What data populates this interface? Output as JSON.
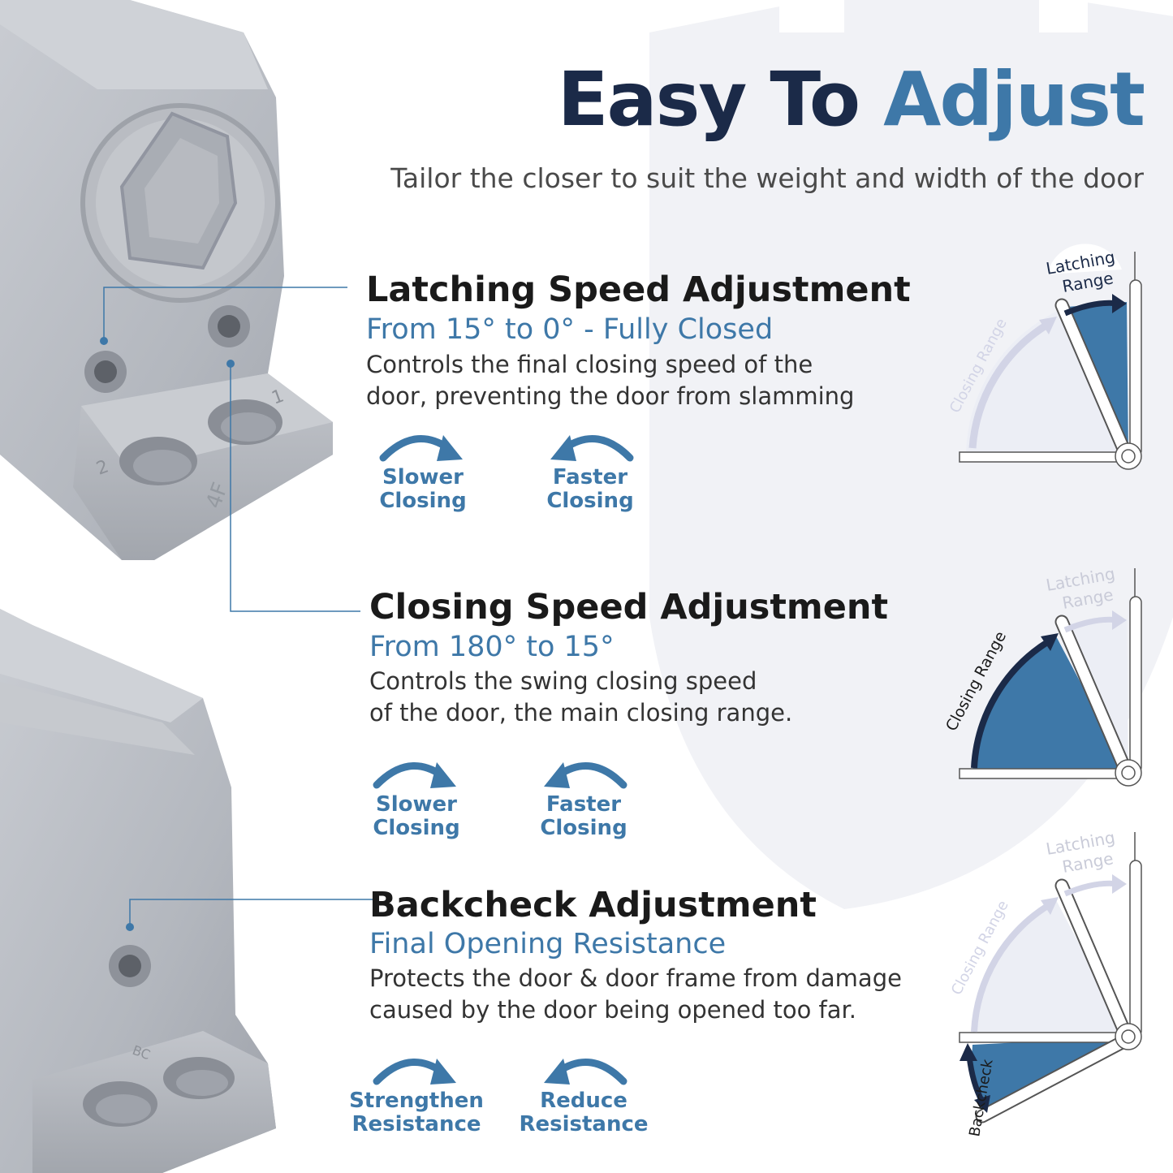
{
  "header": {
    "title_part1": "Easy To",
    "title_part2": "Adjust",
    "subtitle": "Tailor the closer to suit the weight and width of the door"
  },
  "sections": [
    {
      "title": "Latching Speed Adjustment",
      "subtitle": "From 15° to 0° - Fully Closed",
      "desc_line1": "Controls the final closing speed of the",
      "desc_line2": "door, preventing the door from slamming",
      "action_left_line1": "Slower",
      "action_left_line2": "Closing",
      "action_right_line1": "Faster",
      "action_right_line2": "Closing"
    },
    {
      "title": "Closing Speed Adjustment",
      "subtitle": "From 180° to 15°",
      "desc_line1": "Controls the swing closing speed",
      "desc_line2": "of the door, the main closing range.",
      "action_left_line1": "Slower",
      "action_left_line2": "Closing",
      "action_right_line1": "Faster",
      "action_right_line2": "Closing"
    },
    {
      "title": "Backcheck Adjustment",
      "subtitle": "Final Opening Resistance",
      "desc_line1": "Protects the door & door frame from damage",
      "desc_line2": "caused by the door being opened too far.",
      "action_left_line1": "Strengthen",
      "action_left_line2": "Resistance",
      "action_right_line1": "Reduce",
      "action_right_line2": "Resistance"
    }
  ],
  "diagram_labels": {
    "latching": "Latching",
    "range": "Range",
    "closing_range": "Closing Range",
    "backcheck": "Backcheck"
  },
  "closer_markings": {
    "top_1": "1",
    "top_2": "2",
    "top_4f": "4F",
    "bottom_bc": "BC"
  },
  "colors": {
    "navy": "#1b2a48",
    "accent_blue": "#3e78a8",
    "inactive": "#d2d4e6",
    "aluminum": "#b5b9c0"
  }
}
